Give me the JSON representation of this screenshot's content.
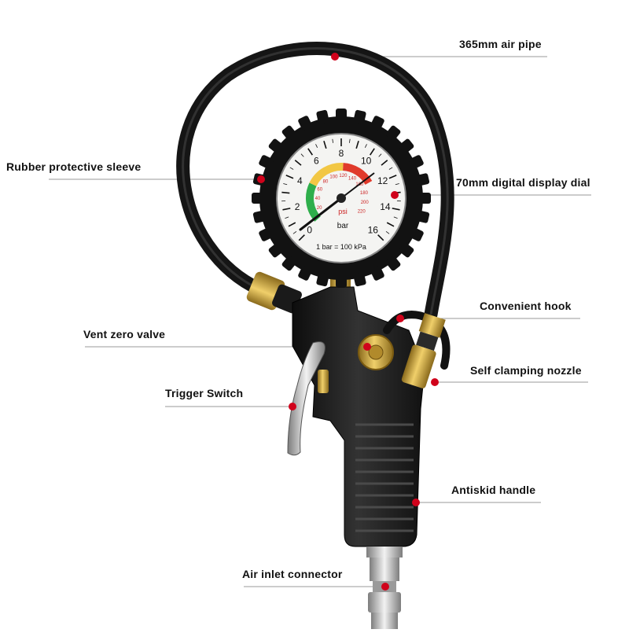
{
  "callouts": {
    "air_pipe": "365mm air pipe",
    "rubber_sleeve": "Rubber protective sleeve",
    "display_dial": "70mm digital display dial",
    "hook": "Convenient hook",
    "vent_valve": "Vent zero valve",
    "nozzle": "Self clamping nozzle",
    "trigger": "Trigger Switch",
    "handle": "Antiskid handle",
    "inlet": "Air inlet connector"
  },
  "dial": {
    "bar_scale": [
      "0",
      "2",
      "4",
      "6",
      "8",
      "10",
      "12",
      "14",
      "16"
    ],
    "psi_scale": [
      "20",
      "40",
      "60",
      "80",
      "100",
      "120",
      "140",
      "160",
      "180",
      "200",
      "220"
    ],
    "unit_psi": "psi",
    "unit_bar": "bar",
    "conversion": "1 bar = 100 kPa"
  },
  "colors": {
    "marker": "#d0021b",
    "leader_line": "#9a9a9a",
    "gauge_body": "#1b1b1b",
    "brass": "#c9a23a"
  }
}
